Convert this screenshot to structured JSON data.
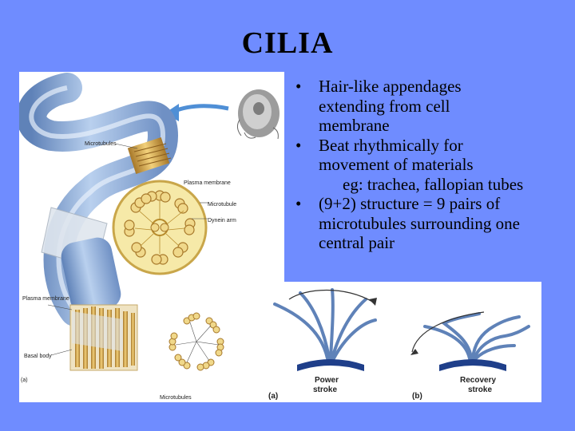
{
  "slide": {
    "title": "CILIA"
  },
  "bullets": [
    {
      "lines": [
        "Hair-like appendages",
        "extending from cell",
        "membrane"
      ]
    },
    {
      "lines": [
        "Beat rhythmically for",
        "movement of materials"
      ],
      "sub": "eg: trachea, fallopian tubes"
    },
    {
      "lines": [
        "(9+2) structure = 9 pairs of",
        "microtubules surrounding one",
        "central pair"
      ]
    }
  ],
  "bullet_glyph": "•",
  "left_figure": {
    "labels": {
      "microtubules_top": "Microtubules",
      "plasma_membrane_top": "Plasma membrane",
      "microtubule": "Microtubule",
      "dynein_arm": "Dynein arm",
      "plasma_membrane_bottom": "Plasma membrane",
      "basal_body": "Basal body",
      "microtubules_bottom": "Microtubules",
      "panel": "(a)"
    }
  },
  "right_figure": {
    "labels": {
      "power_stroke": "Power stroke",
      "recovery_stroke": "Recovery stroke",
      "panel_a": "(a)",
      "panel_b": "(b)"
    }
  },
  "colors": {
    "background": "#6f8cff",
    "cilium_blue": "#8fb0dc",
    "microtubule_gold": "#d8a84a",
    "cross_section_fill": "#f6e9a8"
  }
}
